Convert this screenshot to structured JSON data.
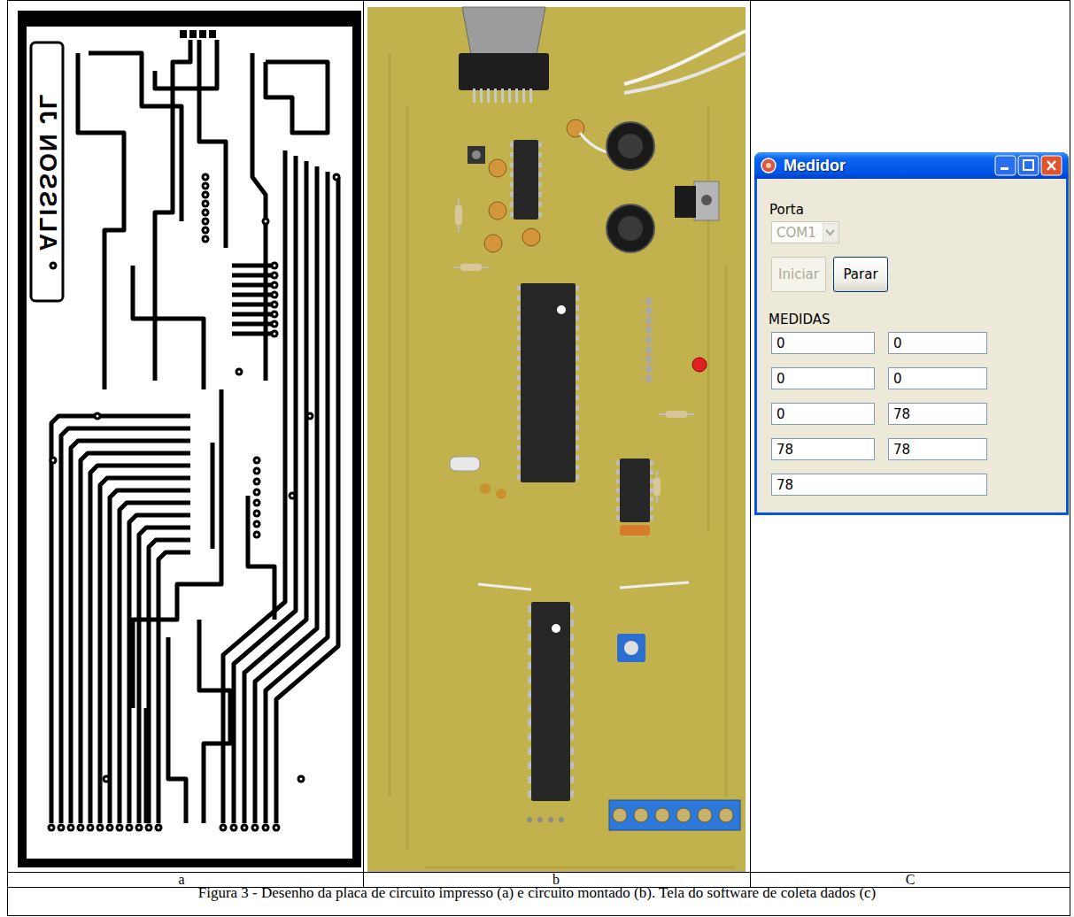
{
  "diagram": {
    "caption": "Figura 3 - Desenho da placa de circuito impresso (a) e circuito montado (b). Tela do software de coleta dados (c)",
    "nodes": [
      {
        "text": [
          "Medidor"
        ]
      },
      {
        "text": [
          "COM1"
        ],
        "in": 0
      },
      {
        "text": [
          "Iniciar"
        ],
        "in": 0
      },
      {
        "text": [
          "Parar"
        ],
        "in": 0
      },
      {
        "text": [
          "0"
        ],
        "in": 0
      },
      {
        "text": [
          "0"
        ],
        "in": 0
      },
      {
        "text": [
          "0"
        ],
        "in": 0
      },
      {
        "text": [
          "0"
        ],
        "in": 0
      },
      {
        "text": [
          "0"
        ],
        "in": 0
      },
      {
        "text": [
          "78"
        ],
        "in": 0
      },
      {
        "text": [
          "78"
        ],
        "in": 0
      },
      {
        "text": [
          "78"
        ],
        "in": 0
      },
      {
        "text": [
          "78"
        ],
        "in": 0
      }
    ],
    "labels": [
      "ALISSON JL",
      "Porta",
      "MEDIDAS",
      "a",
      "b",
      "C"
    ]
  }
}
